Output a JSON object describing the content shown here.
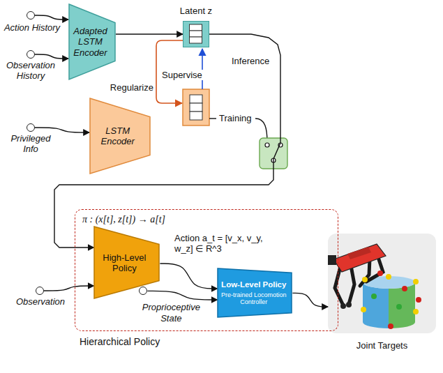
{
  "diagram": {
    "nodes": [
      {
        "text": [
          "Action History"
        ]
      },
      {
        "text": [
          "Observation History"
        ]
      },
      {
        "text": [
          "Adapted LSTM Encoder"
        ]
      },
      {
        "text": [
          "Latent z"
        ]
      },
      {
        "text": [
          "Privileged Info"
        ]
      },
      {
        "text": [
          "LSTM Encoder"
        ]
      },
      {
        "text": [
          "π : (x[t], z[t]) → a[t]",
          "Hierarchical Policy"
        ]
      },
      {
        "text": [
          "High-Level Policy"
        ],
        "in": 6
      },
      {
        "text": [
          "Observation"
        ]
      },
      {
        "text": [
          "Low-Level Policy",
          "Pre-trained Locomotion Controller"
        ],
        "in": 6
      },
      {
        "text": [
          "Proprioceptive State"
        ],
        "in": 6
      },
      {
        "text": [
          "Joint Targets"
        ]
      }
    ],
    "edges": [
      {
        "from": 0,
        "to": 2,
        "arrow": "to"
      },
      {
        "from": 1,
        "to": 2,
        "arrow": "to"
      },
      {
        "from": 2,
        "to": 3,
        "arrow": "to"
      },
      {
        "from": 4,
        "to": 5,
        "arrow": "to"
      },
      {
        "from": 3,
        "to": 7,
        "arrow": "to",
        "label": "Inference"
      },
      {
        "from": 8,
        "to": 7,
        "arrow": "to"
      },
      {
        "from": 7,
        "to": 9,
        "arrow": "to",
        "label": "Action a_t = [v_x, v_y, w_z] ∈ R^3"
      },
      {
        "from": 10,
        "to": 9,
        "arrow": "to"
      },
      {
        "from": 9,
        "to": 11,
        "arrow": "to"
      }
    ],
    "labels": [
      "Supervise",
      "Regularize",
      "Training"
    ]
  }
}
